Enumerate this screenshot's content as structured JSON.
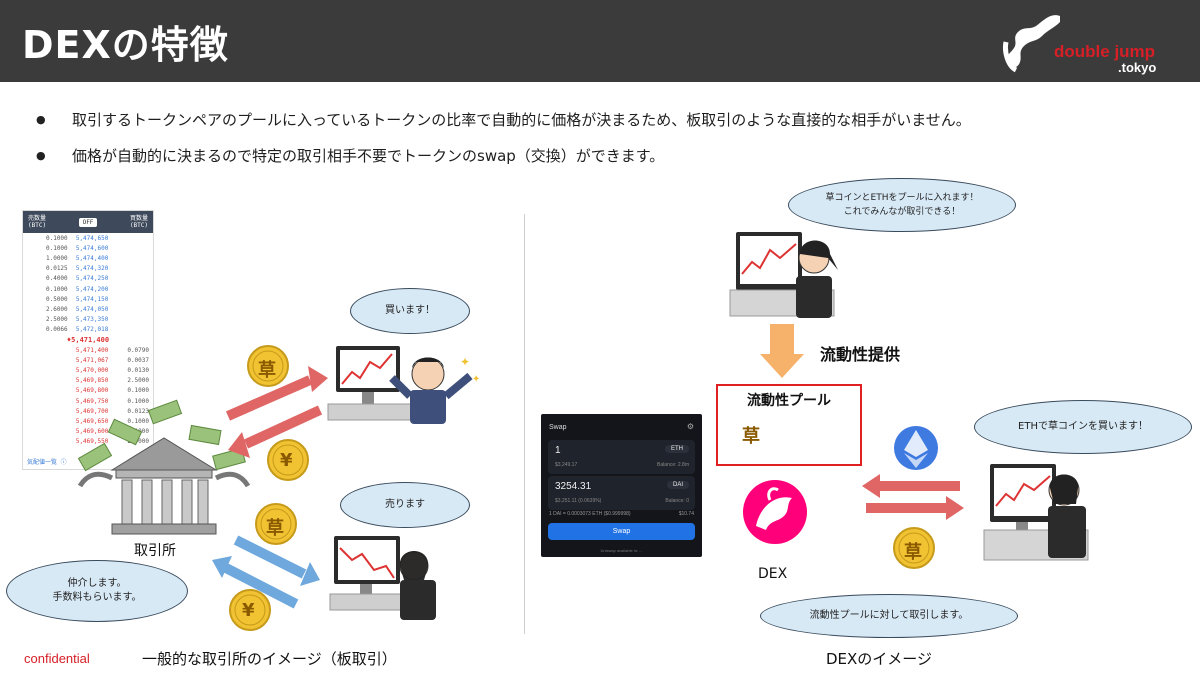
{
  "header": {
    "title": "DEXの特徴",
    "logo_word1": "double jump",
    "logo_word2": ".tokyo",
    "background_color": "#3b3b3b"
  },
  "bullets": [
    "取引するトークンペアのプールに入っているトークンの比率で自動的に価格が決まるため、板取引のような直接的な相手がいません。",
    "価格が自動的に決まるので特定の取引相手不要でトークンのswap（交換）ができます。"
  ],
  "left": {
    "orderbook": {
      "col_sell": "売数量\n(BTC)",
      "col_select": "OFF",
      "col_buy": "買数量\n(BTC)",
      "asks": [
        [
          "0.1000",
          "5,474,650",
          ""
        ],
        [
          "0.1000",
          "5,474,600",
          ""
        ],
        [
          "1.0000",
          "5,474,400",
          ""
        ],
        [
          "0.0125",
          "5,474,320",
          ""
        ],
        [
          "0.4000",
          "5,474,250",
          ""
        ],
        [
          "0.1000",
          "5,474,200",
          ""
        ],
        [
          "0.5000",
          "5,474,150",
          ""
        ],
        [
          "2.6000",
          "5,474,050",
          ""
        ],
        [
          "2.5000",
          "5,473,350",
          ""
        ],
        [
          "0.0066",
          "5,472,018",
          ""
        ]
      ],
      "mid": [
        "",
        "♦5,471,400",
        ""
      ],
      "bids": [
        [
          "",
          "5,471,400",
          "0.0790"
        ],
        [
          "",
          "5,471,067",
          "0.0037"
        ],
        [
          "",
          "5,470,000",
          "0.0130"
        ],
        [
          "",
          "5,469,850",
          "2.5000"
        ],
        [
          "",
          "5,469,800",
          "0.1000"
        ],
        [
          "",
          "5,469,750",
          "0.1000"
        ],
        [
          "",
          "5,469,700",
          "0.0123"
        ],
        [
          "",
          "5,469,650",
          "0.1000"
        ],
        [
          "",
          "5,469,600",
          "0.1000"
        ],
        [
          "",
          "5,469,550",
          "2.0000"
        ]
      ],
      "footer": "気配値一覧 ⓘ"
    },
    "bubble_buy": "買います！",
    "bubble_sell": "売ります",
    "bubble_exchange": "仲介します。\n手数料もらいます。",
    "exchange_label": "取引所",
    "coin_kusa": "草",
    "coin_yen": "¥",
    "caption": "一般的な取引所のイメージ（板取引）"
  },
  "right": {
    "bubble_provider": "草コインとETHをプールに入れます！\nこれでみんなが取引できる！",
    "liquidity_label": "流動性提供",
    "pool_title": "流動性プール",
    "bubble_buyer": "ETHで草コインを買います！",
    "bubble_dex": "流動性プールに対して取引します。",
    "dex_label": "DEX",
    "coin_kusa": "草",
    "caption": "DEXのイメージ",
    "swap": {
      "title": "Swap",
      "from_amount": "1",
      "from_sub": "$3,249.17",
      "from_token": "ETH",
      "from_balance": "Balance: 2.8m",
      "to_amount": "3254.31",
      "to_sub": "$3,251.11 (0.0639%)",
      "to_token": "DAI",
      "to_balance": "Balance: 0",
      "rate": "1 DAI = 0.0003073 ETH ($0.999998)",
      "gas": "$10.74",
      "button": "Swap",
      "footer": "Uniswap available in: ..."
    }
  },
  "confidential": "confidential",
  "colors": {
    "accent_red": "#d61f26",
    "bubble_fill": "#d8e9f6",
    "arrow_red": "#e06666",
    "arrow_blue": "#6fa8dc",
    "arrow_orange": "#f6b26b",
    "coin_gold": "#f1c232",
    "eth_blue": "#627eea",
    "uniswap_pink": "#ff007a"
  }
}
